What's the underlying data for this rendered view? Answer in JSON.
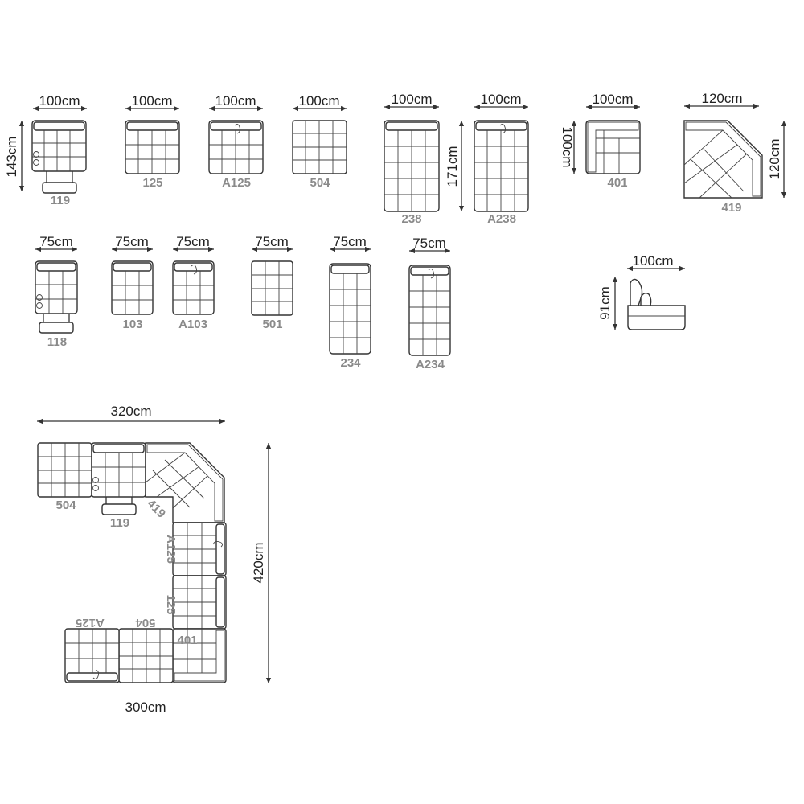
{
  "modules": [
    {
      "id": "m119",
      "code": "119",
      "width": "100cm",
      "depth": "143cm"
    },
    {
      "id": "m125",
      "code": "125",
      "width": "100cm"
    },
    {
      "id": "mA125",
      "code": "A125",
      "width": "100cm"
    },
    {
      "id": "m504",
      "code": "504",
      "width": "100cm"
    },
    {
      "id": "m238",
      "code": "238",
      "width": "100cm",
      "depth": "171cm"
    },
    {
      "id": "mA238",
      "code": "A238",
      "width": "100cm"
    },
    {
      "id": "m401",
      "code": "401",
      "width": "100cm",
      "depth": "100cm"
    },
    {
      "id": "m419",
      "code": "419",
      "width": "120cm",
      "depth": "120cm"
    },
    {
      "id": "m118",
      "code": "118",
      "width": "75cm"
    },
    {
      "id": "m103",
      "code": "103",
      "width": "75cm"
    },
    {
      "id": "mA103",
      "code": "A103",
      "width": "75cm"
    },
    {
      "id": "m501",
      "code": "501",
      "width": "75cm"
    },
    {
      "id": "m234",
      "code": "234",
      "width": "75cm"
    },
    {
      "id": "mA234",
      "code": "A234",
      "width": "75cm"
    }
  ],
  "side_view": {
    "width": "100cm",
    "height": "91cm"
  },
  "composition": {
    "top_width": "320cm",
    "bottom_width": "300cm",
    "height": "420cm",
    "labels": {
      "m504_top": "504",
      "m119": "119",
      "m419": "419",
      "mA125_v": "A125",
      "m125_v": "125",
      "m401": "401",
      "m504_bottom": "504",
      "mA125_bottom": "A125"
    }
  }
}
